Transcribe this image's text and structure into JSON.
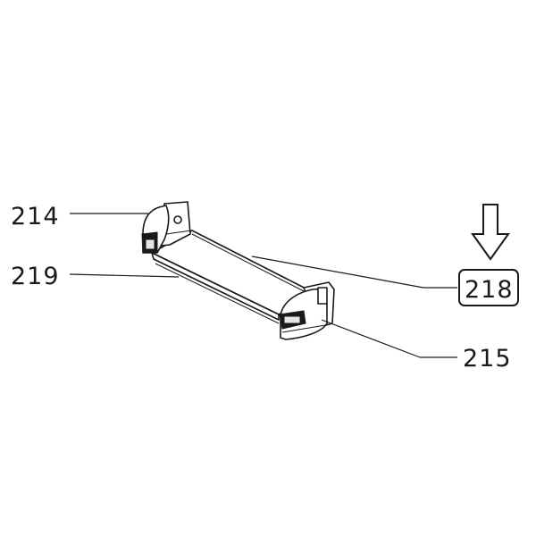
{
  "labels": {
    "p214": "214",
    "p219": "219",
    "p218": "218",
    "p215": "215"
  },
  "highlighted_part": "218",
  "icons": {
    "indicator": "arrow-down-icon"
  },
  "colors": {
    "line": "#1a1a1a",
    "background": "#ffffff"
  }
}
